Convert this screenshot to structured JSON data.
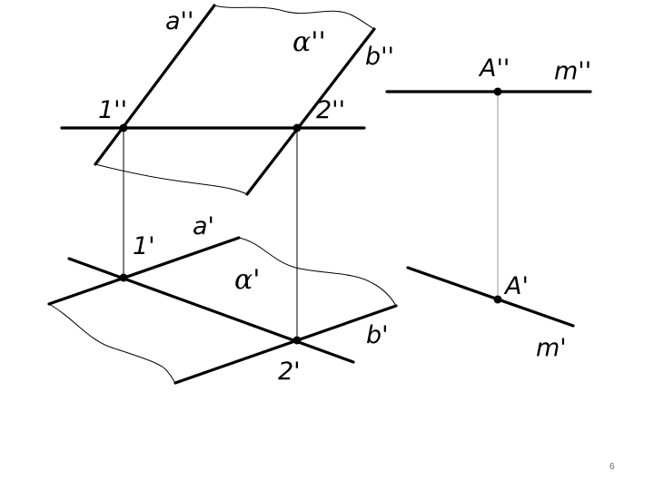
{
  "frontal": {
    "a_label": "a''",
    "b_label": "b''",
    "alpha_label": "α''",
    "p1_label": "1''",
    "p2_label": "2''",
    "A_label": "A''",
    "m_label": "m''"
  },
  "horizontal": {
    "a_label": "a'",
    "b_label": "b'",
    "alpha_label": "α'",
    "p1_label": "1'",
    "p2_label": "2'",
    "A_label": "A'",
    "m_label": "m'"
  },
  "page_number": "6"
}
